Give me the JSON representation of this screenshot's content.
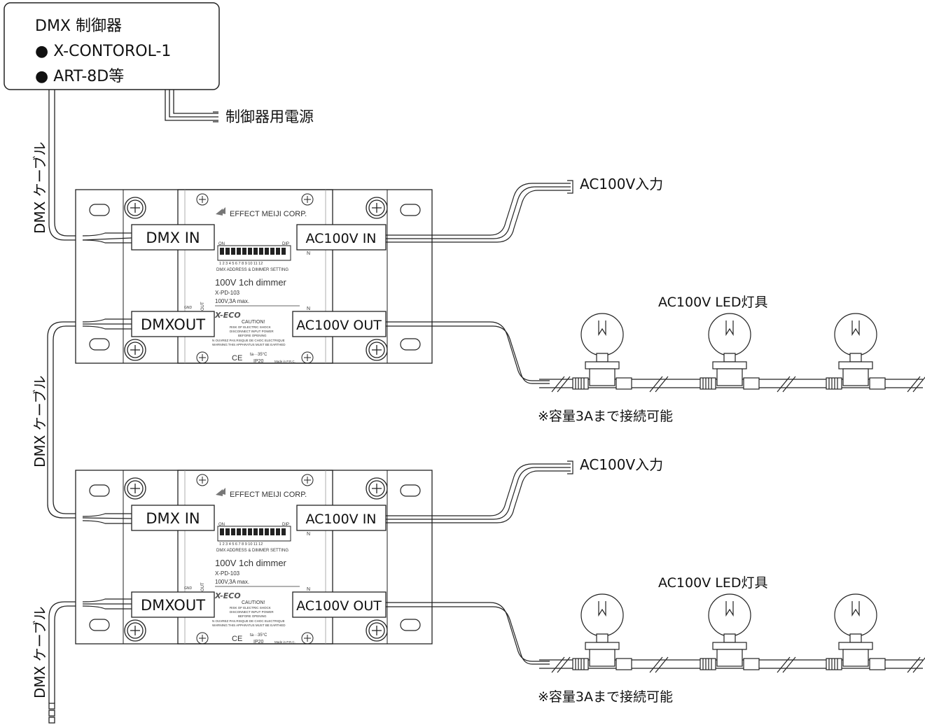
{
  "controller": {
    "title": "DMX 制御器",
    "items": [
      "● X-CONTOROL-1",
      "● ART-8D等"
    ]
  },
  "controller_power_label": "制御器用電源",
  "cable_label": "DMX ケーブル",
  "units": [
    {
      "dmx_in": "DMX IN",
      "dmx_out": "DMXOUT",
      "ac_in": "AC100V IN",
      "ac_out": "AC100V OUT",
      "brand": "EFFECT MEIJI CORP.",
      "dip_on": "ON",
      "dip_dip": "DIP",
      "dip_numbers": "1 2 3 4 5 6 7 8 9 10 11 12",
      "dip_caption": "DMX ADDRESS & DIMMER SETTING",
      "model_name": "100V 1ch dimmer",
      "model_code": "X-PD-103",
      "rating": "100V,3A max.",
      "series": "X-ECO",
      "caution_title": "CAUTION!",
      "caution_lines": [
        "RISK OF ELECTRIC SHOCK",
        "DISCONNECT INPUT POWER",
        "BEFORE OPENING",
        "N OUVREZ PAS.RISQUE DE CHOC ELECTRIQUE",
        "WARNING:THIS APPARATUS MUST BE EARTHED"
      ],
      "temp": "ta···35°C",
      "ip": "IP20",
      "origin": "Made in P.R.C.",
      "ce": "CE",
      "gnd": "GND",
      "out": "OUT",
      "n_label": "N",
      "ac_input_label": "AC100V入力",
      "lights_label": "AC100V LED灯具",
      "capacity_note": "※容量3Aまで接続可能"
    },
    {
      "dmx_in": "DMX IN",
      "dmx_out": "DMXOUT",
      "ac_in": "AC100V IN",
      "ac_out": "AC100V OUT",
      "brand": "EFFECT MEIJI CORP.",
      "dip_on": "ON",
      "dip_dip": "DIP",
      "dip_numbers": "1 2 3 4 5 6 7 8 9 10 11 12",
      "dip_caption": "DMX ADDRESS & DIMMER SETTING",
      "model_name": "100V 1ch dimmer",
      "model_code": "X-PD-103",
      "rating": "100V,3A max.",
      "series": "X-ECO",
      "caution_title": "CAUTION!",
      "caution_lines": [
        "RISK OF ELECTRIC SHOCK",
        "DISCONNECT INPUT POWER",
        "BEFORE OPENING",
        "N OUVREZ PAS.RISQUE DE CHOC ELECTRIQUE",
        "WARNING:THIS APPARATUS MUST BE EARTHED"
      ],
      "temp": "ta···35°C",
      "ip": "IP20",
      "origin": "Made in P.R.C.",
      "ce": "CE",
      "gnd": "GND",
      "out": "OUT",
      "n_label": "N",
      "ac_input_label": "AC100V入力",
      "lights_label": "AC100V LED灯具",
      "capacity_note": "※容量3Aまで接続可能"
    }
  ],
  "colors": {
    "line": "#222222",
    "light_gray": "#999999",
    "body": "#ffffff"
  }
}
